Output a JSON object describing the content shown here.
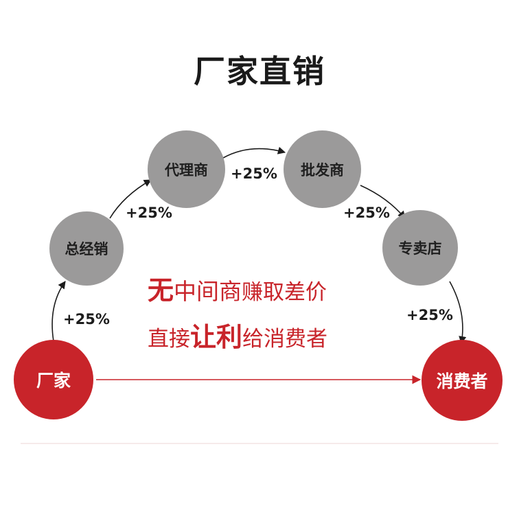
{
  "title": "厂家直销",
  "nodes": {
    "factory": "厂家",
    "distributor": "总经销",
    "agent": "代理商",
    "wholesaler": "批发商",
    "store": "专卖店",
    "consumer": "消费者"
  },
  "markups": {
    "factory_to_distributor": "+25%",
    "distributor_to_agent": "+25%",
    "agent_to_wholesaler": "+25%",
    "wholesaler_to_store": "+25%",
    "store_to_consumer": "+25%"
  },
  "slogan": {
    "line1_big": "无",
    "line1_rest": "中间商",
    "line1_tail": "赚取差价",
    "line2_start": "直接",
    "line2_big1": "让",
    "line2_big2": "利",
    "line2_tail": "给消费者"
  },
  "colors": {
    "intermediary": "#9b9a9a",
    "endpoint": "#c8242a",
    "text": "#1c1c1c"
  }
}
